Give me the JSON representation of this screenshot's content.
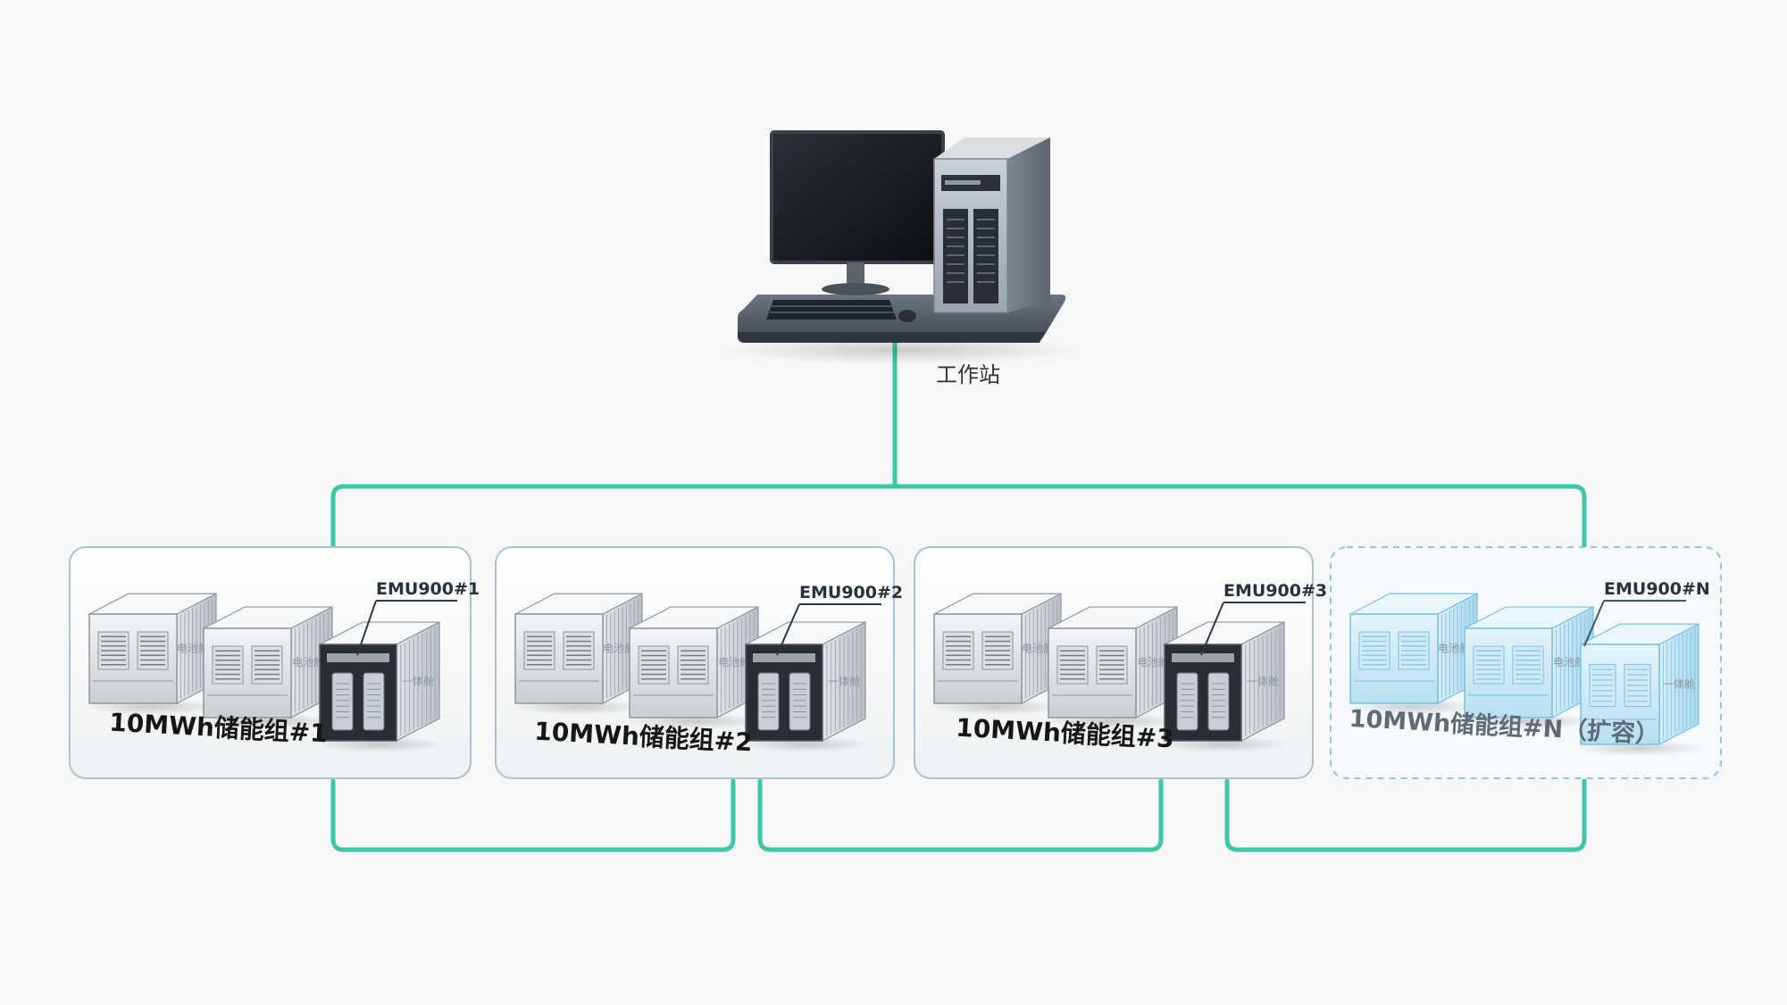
{
  "workstation": {
    "label": "工作站",
    "icon": "workstation-icon"
  },
  "colors": {
    "network_line": "#3ec7a4",
    "group_border": "#a9c4cf",
    "expansion_tint": "#6fbfe0",
    "background": "#f6f7f8"
  },
  "groups": [
    {
      "label": "10MWh储能组#1",
      "emu": "EMU900#1",
      "battery_tag": "电池舱1",
      "battery_tag_2": "电池舱2",
      "combo_tag": "一体舱"
    },
    {
      "label": "10MWh储能组#2",
      "emu": "EMU900#2",
      "battery_tag": "电池舱1",
      "battery_tag_2": "电池舱2",
      "combo_tag": "一体舱"
    },
    {
      "label": "10MWh储能组#3",
      "emu": "EMU900#3",
      "battery_tag": "电池舱1",
      "battery_tag_2": "电池舱2",
      "combo_tag": "一体舱"
    },
    {
      "label": "10MWh储能组#N（扩容）",
      "emu": "EMU900#N",
      "battery_tag": "电池舱1",
      "battery_tag_2": "电池舱2",
      "combo_tag": "一体舱"
    }
  ]
}
